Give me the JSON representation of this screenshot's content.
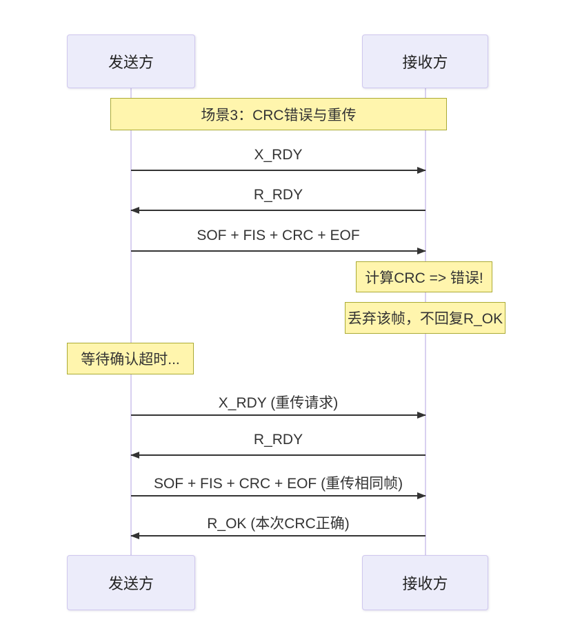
{
  "diagram": {
    "type": "sequence-diagram",
    "actors": [
      {
        "id": "sender",
        "label": "发送方"
      },
      {
        "id": "receiver",
        "label": "接收方"
      }
    ],
    "title_note": "场景3：CRC错误与重传",
    "messages": [
      {
        "label": "X_RDY",
        "from": "发送方",
        "to": "接收方",
        "direction": "right"
      },
      {
        "label": "R_RDY",
        "from": "接收方",
        "to": "发送方",
        "direction": "left"
      },
      {
        "label": "SOF + FIS + CRC + EOF",
        "from": "发送方",
        "to": "接收方",
        "direction": "right"
      },
      {
        "label": "X_RDY (重传请求)",
        "from": "发送方",
        "to": "接收方",
        "direction": "right"
      },
      {
        "label": "R_RDY",
        "from": "接收方",
        "to": "发送方",
        "direction": "left"
      },
      {
        "label": "SOF + FIS + CRC + EOF (重传相同帧)",
        "from": "发送方",
        "to": "接收方",
        "direction": "right"
      },
      {
        "label": "R_OK (本次CRC正确)",
        "from": "接收方",
        "to": "发送方",
        "direction": "left"
      }
    ],
    "notes": [
      {
        "text": "计算CRC => 错误!",
        "over": "接收方"
      },
      {
        "text": "丢弃该帧，不回复R_OK",
        "over": "接收方"
      },
      {
        "text": "等待确认超时...",
        "over": "发送方"
      }
    ],
    "colors": {
      "actor_fill": "#ECECFA",
      "actor_border": "#CFC7EE",
      "note_fill": "#FFF5AD",
      "note_border": "#AAAA33",
      "lifeline": "#D8D0F0",
      "arrow": "#333333",
      "background": "#FFFFFF"
    }
  }
}
